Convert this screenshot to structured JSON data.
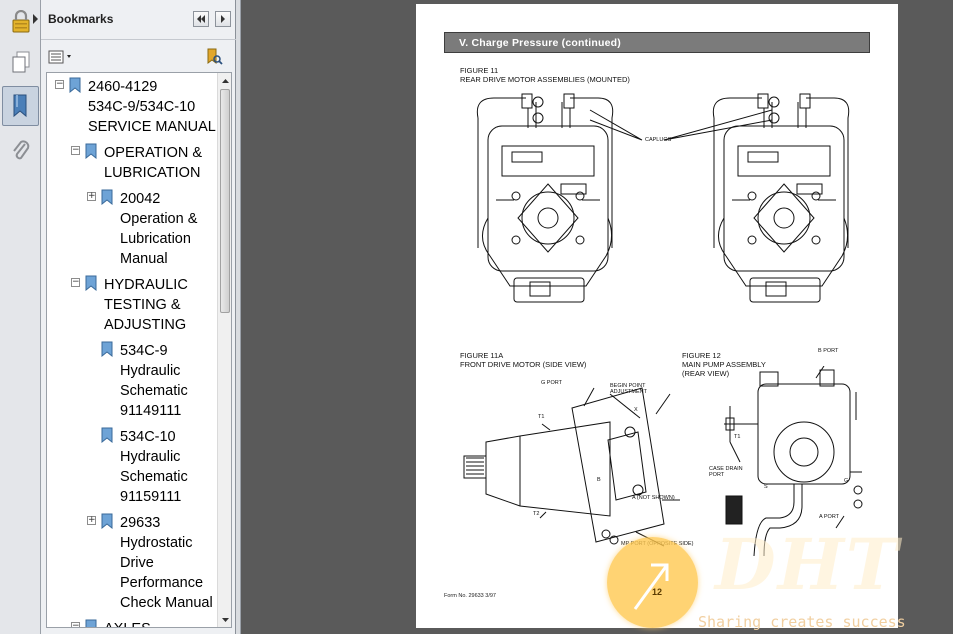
{
  "sidebar_rail": {
    "items": [
      {
        "name": "security-lock-icon"
      },
      {
        "name": "pages-icon"
      },
      {
        "name": "bookmarks-icon",
        "active": true
      },
      {
        "name": "attachments-paperclip-icon"
      }
    ]
  },
  "bookmarks": {
    "title": "Bookmarks",
    "tree": [
      {
        "label": "2460-4129\n534C-9/534C-10\nSERVICE MANUAL",
        "level": 0,
        "expander": "−"
      },
      {
        "label": "OPERATION &\nLUBRICATION",
        "level": 1,
        "expander": "−"
      },
      {
        "label": "20042\nOperation &\nLubrication\nManual",
        "level": 2,
        "expander": "+"
      },
      {
        "label": "HYDRAULIC\nTESTING &\nADJUSTING",
        "level": 1,
        "expander": "−"
      },
      {
        "label": "534C-9\nHydraulic\nSchematic\n91149111",
        "level": 2,
        "expander": ""
      },
      {
        "label": "534C-10\nHydraulic\nSchematic\n91159111",
        "level": 2,
        "expander": ""
      },
      {
        "label": "29633\nHydrostatic\nDrive\nPerformance\nCheck Manual",
        "level": 2,
        "expander": "+"
      },
      {
        "label": "AXLES",
        "level": 1,
        "expander": "−"
      }
    ]
  },
  "document": {
    "section_title": "V.  Charge  Pressure  (continued)",
    "figure11": {
      "number": "FIGURE 11",
      "title": "REAR DRIVE MOTOR ASSEMBLIES (MOUNTED)",
      "callout": "CAPLUGS"
    },
    "figure11a": {
      "number": "FIGURE 11A",
      "title": "FRONT DRIVE MOTOR (SIDE VIEW)",
      "labels": {
        "g_port": "G PORT",
        "begin_point": "BEGIN POINT\nADJUSTMENT",
        "x": "X",
        "t1": "T1",
        "t2": "T2",
        "b": "B",
        "a": "A (NOT SHOWN)",
        "mp": "MP PORT (OPPOSITE SIDE)"
      }
    },
    "figure12": {
      "number": "FIGURE 12",
      "title": "MAIN PUMP ASSEMBLY\n(REAR VIEW)",
      "labels": {
        "b_port": "B PORT",
        "t1": "T1",
        "case_drain": "CASE DRAIN\nPORT",
        "s": "S",
        "g": "G",
        "a_port": "A PORT"
      }
    },
    "footer": "Form No. 29633 3/97"
  },
  "overlay": {
    "page_number": "12",
    "watermark": "DHT",
    "slogan": "Sharing creates success"
  }
}
